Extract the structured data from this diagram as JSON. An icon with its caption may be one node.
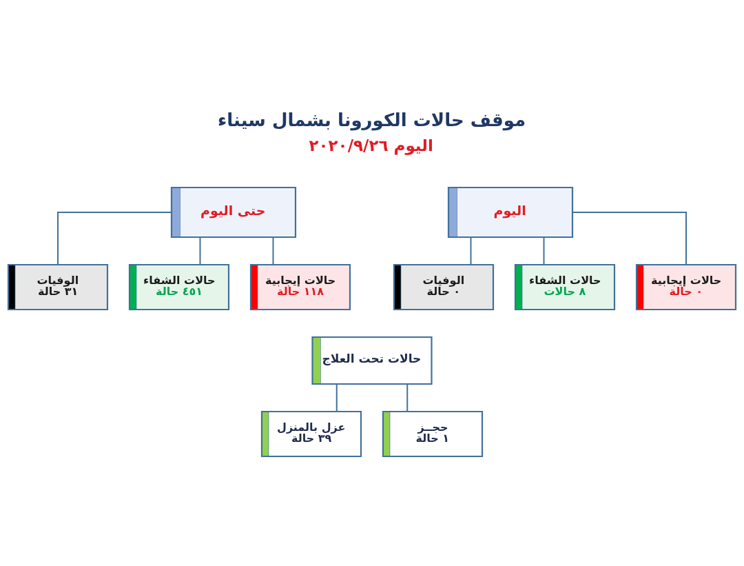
{
  "diagram": {
    "title": "موقف حالات الكورونا بشمال سيناء",
    "nodes": [
      {
        "text": [
          "اليوم"
        ]
      },
      {
        "text": [
          "حالات إيجابية",
          "٠ حالة"
        ]
      },
      {
        "text": [
          "حالات الشفاء",
          "٨ حالات"
        ]
      },
      {
        "text": [
          "الوفيات",
          "٠ حالة"
        ]
      },
      {
        "text": [
          "حتى اليوم"
        ]
      },
      {
        "text": [
          "حالات إيجابية",
          "١١٨ حالة"
        ]
      },
      {
        "text": [
          "حالات الشفاء",
          "٤٥١ حالة"
        ]
      },
      {
        "text": [
          "الوفيات",
          "٣١ حالة"
        ]
      },
      {
        "text": [
          "حالات تحت العلاج"
        ]
      },
      {
        "text": [
          "حجــز",
          "١ حالة"
        ]
      },
      {
        "text": [
          "عزل بالمنزل",
          "٣٩ حالة"
        ]
      }
    ],
    "edges": [
      {
        "from": 0,
        "to": 3,
        "arrow": "none"
      },
      {
        "from": 0,
        "to": 2,
        "arrow": "none"
      },
      {
        "from": 0,
        "to": 1,
        "arrow": "none"
      },
      {
        "from": 4,
        "to": 7,
        "arrow": "none"
      },
      {
        "from": 4,
        "to": 6,
        "arrow": "none"
      },
      {
        "from": 4,
        "to": 5,
        "arrow": "none"
      },
      {
        "from": 8,
        "to": 10,
        "arrow": "none"
      },
      {
        "from": 8,
        "to": 9,
        "arrow": "none"
      }
    ],
    "labels": [
      "اليوم ٢٠٢٠/٩/٢٦"
    ]
  }
}
